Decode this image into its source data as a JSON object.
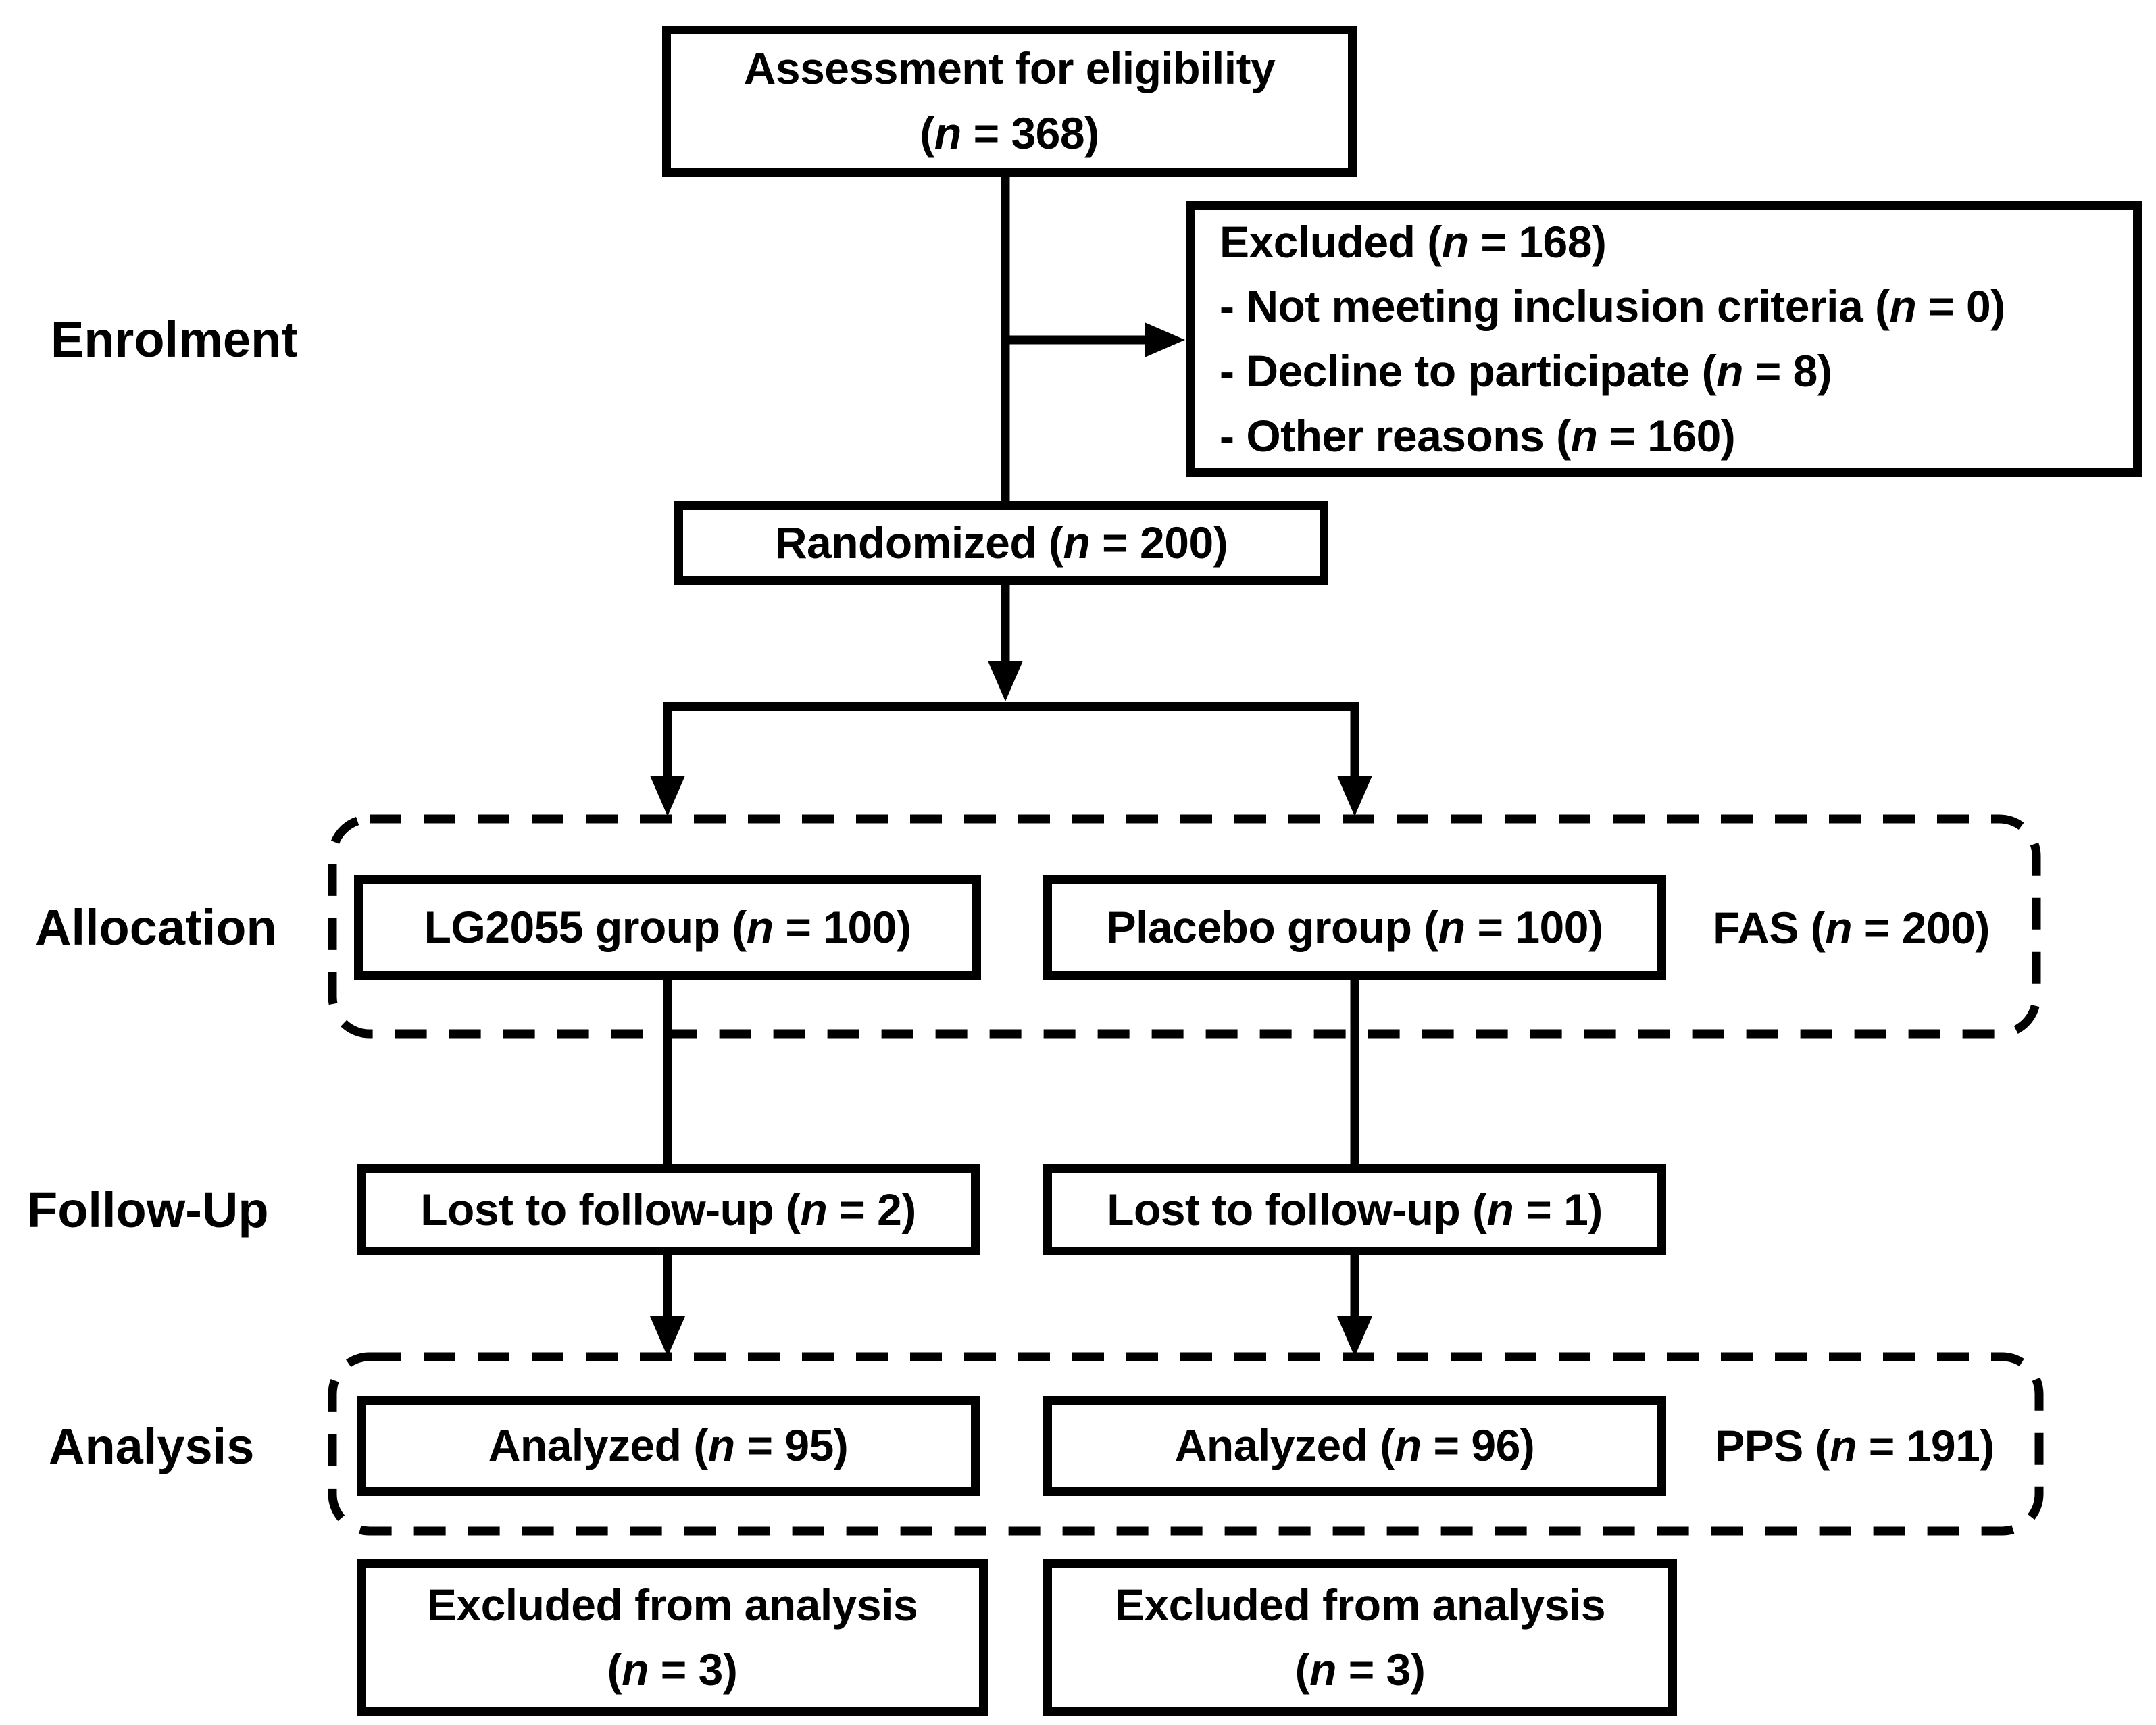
{
  "colors": {
    "ink": "#000000",
    "background": "#ffffff"
  },
  "stage_labels": {
    "enrolment": "Enrolment",
    "allocation": "Allocation",
    "followup": "Follow-Up",
    "analysis": "Analysis"
  },
  "boxes": {
    "assessment": {
      "lines": [
        [
          {
            "t": "Assessment for eligibility"
          }
        ],
        [
          {
            "t": "("
          },
          {
            "t": "n",
            "i": true
          },
          {
            "t": " = 368)"
          }
        ]
      ]
    },
    "excluded": {
      "lines": [
        [
          {
            "t": "Excluded ("
          },
          {
            "t": "n",
            "i": true
          },
          {
            "t": " = 168)"
          }
        ],
        [
          {
            "t": "- Not meeting inclusion criteria ("
          },
          {
            "t": "n",
            "i": true
          },
          {
            "t": " = 0)"
          }
        ],
        [
          {
            "t": "- Decline to participate ("
          },
          {
            "t": "n",
            "i": true
          },
          {
            "t": " = 8)"
          }
        ],
        [
          {
            "t": "- Other reasons ("
          },
          {
            "t": "n",
            "i": true
          },
          {
            "t": " = 160)"
          }
        ]
      ]
    },
    "randomized": {
      "lines": [
        [
          {
            "t": "Randomized ("
          },
          {
            "t": "n",
            "i": true
          },
          {
            "t": " = 200)"
          }
        ]
      ]
    },
    "lg2055_group": {
      "lines": [
        [
          {
            "t": "LG2055 group ("
          },
          {
            "t": "n",
            "i": true
          },
          {
            "t": " = 100)"
          }
        ]
      ]
    },
    "placebo_group": {
      "lines": [
        [
          {
            "t": "Placebo group ("
          },
          {
            "t": "n",
            "i": true
          },
          {
            "t": " = 100)"
          }
        ]
      ]
    },
    "fas": {
      "lines": [
        [
          {
            "t": "FAS ("
          },
          {
            "t": "n",
            "i": true
          },
          {
            "t": " = 200)"
          }
        ]
      ]
    },
    "lost_lg": {
      "lines": [
        [
          {
            "t": "Lost to follow-up ("
          },
          {
            "t": "n",
            "i": true
          },
          {
            "t": " = 2)"
          }
        ]
      ]
    },
    "lost_placebo": {
      "lines": [
        [
          {
            "t": "Lost to follow-up ("
          },
          {
            "t": "n",
            "i": true
          },
          {
            "t": " = 1)"
          }
        ]
      ]
    },
    "analyzed_lg": {
      "lines": [
        [
          {
            "t": "Analyzed ("
          },
          {
            "t": "n",
            "i": true
          },
          {
            "t": " = 95)"
          }
        ]
      ]
    },
    "analyzed_placebo": {
      "lines": [
        [
          {
            "t": "Analyzed ("
          },
          {
            "t": "n",
            "i": true
          },
          {
            "t": " = 96)"
          }
        ]
      ]
    },
    "pps": {
      "lines": [
        [
          {
            "t": "PPS ("
          },
          {
            "t": "n",
            "i": true
          },
          {
            "t": " = 191)"
          }
        ]
      ]
    },
    "excluded_analysis_lg": {
      "lines": [
        [
          {
            "t": "Excluded from analysis"
          }
        ],
        [
          {
            "t": "("
          },
          {
            "t": "n",
            "i": true
          },
          {
            "t": " = 3)"
          }
        ]
      ]
    },
    "excluded_analysis_placebo": {
      "lines": [
        [
          {
            "t": "Excluded from analysis"
          }
        ],
        [
          {
            "t": "("
          },
          {
            "t": "n",
            "i": true
          },
          {
            "t": " = 3)"
          }
        ]
      ]
    }
  }
}
